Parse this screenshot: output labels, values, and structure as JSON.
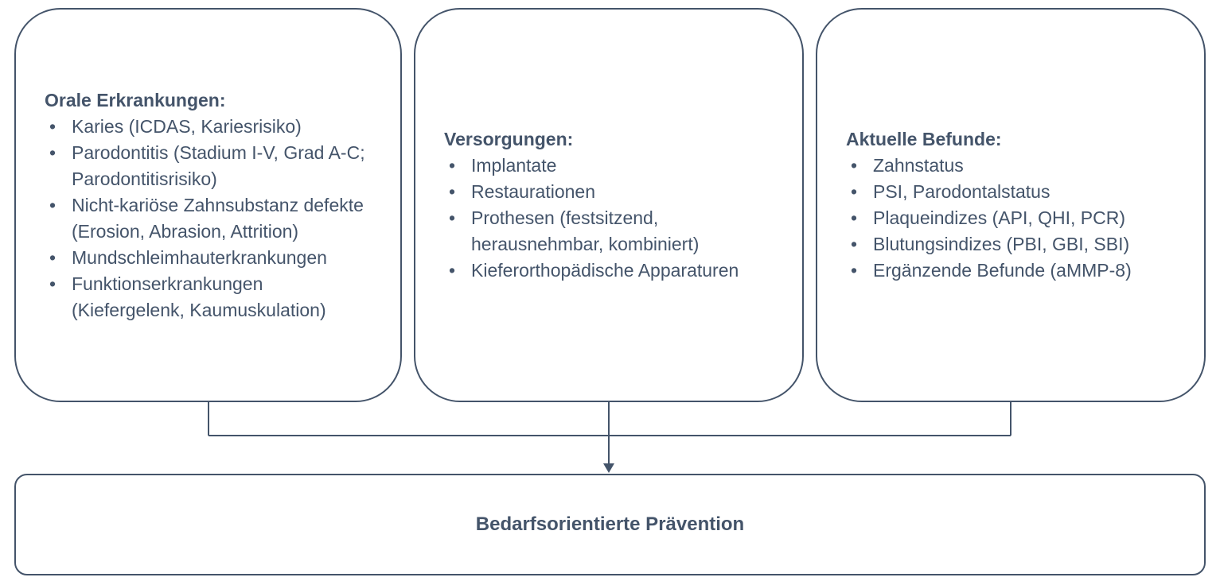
{
  "colors": {
    "accent": "#44546A",
    "background": "#FFFFFF"
  },
  "bullet_char": "•",
  "boxes": [
    {
      "title": "Orale Erkrankungen:",
      "items": [
        "Karies (ICDAS, Kariesrisiko)",
        "Parodontitis (Stadium I-V, Grad A-C; Parodontitisrisiko)",
        "Nicht-kariöse Zahnsubstanz defekte (Erosion, Abrasion, Attrition)",
        "Mundschleimhauterkrankungen",
        "Funktionserkrankungen (Kiefergelenk, Kaumuskulation)"
      ]
    },
    {
      "title": "Versorgungen:",
      "items": [
        "Implantate",
        "Restaurationen",
        "Prothesen (festsitzend, herausnehmbar, kombiniert)",
        "Kieferorthopädische Apparaturen"
      ]
    },
    {
      "title": "Aktuelle Befunde:",
      "items": [
        "Zahnstatus",
        "PSI, Parodontalstatus",
        "Plaqueindizes (API, QHI, PCR)",
        "Blutungsindizes (PBI, GBI, SBI)",
        "Ergänzende Befunde (aMMP-8)"
      ]
    }
  ],
  "bottom_box": {
    "label": "Bedarfsorientierte Prävention"
  }
}
